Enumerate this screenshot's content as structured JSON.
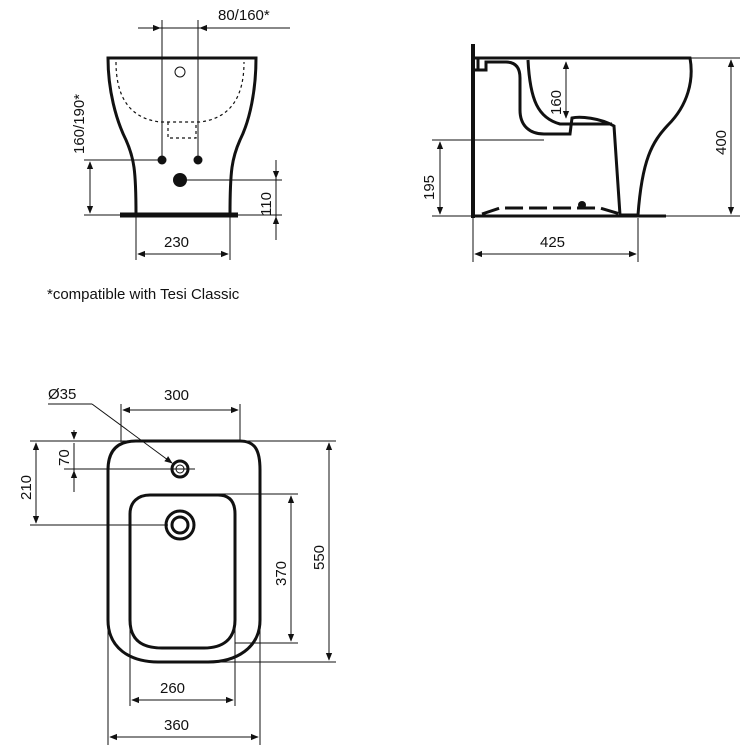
{
  "note": "*compatible with Tesi Classic",
  "front_view": {
    "dim_top": "80/160*",
    "dim_left": "160/190*",
    "dim_right": "110",
    "dim_bottom": "230"
  },
  "side_view": {
    "dim_basin_depth": "160",
    "dim_height": "400",
    "dim_outlet_height": "195",
    "dim_depth": "425"
  },
  "plan_view": {
    "dim_hole_diameter": "Ø35",
    "dim_top_width": "300",
    "dim_hole_offset": "70",
    "dim_drain_offset": "210",
    "dim_bowl_length": "370",
    "dim_total_length": "550",
    "dim_bowl_width": "260",
    "dim_total_width": "360"
  }
}
